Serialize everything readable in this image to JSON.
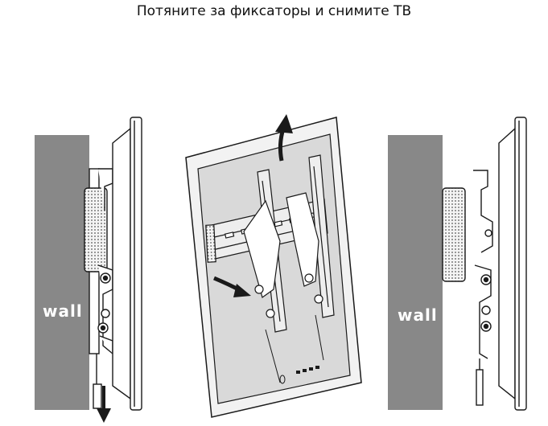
{
  "title": "Потяните за фиксаторы и снимите ТВ",
  "labels": {
    "wall_left": "wall",
    "wall_right": "wall"
  },
  "colors": {
    "wall": "#888888",
    "line": "#1a1a1a",
    "screen": "#d9d9d9",
    "frame": "#f2f2f2"
  },
  "icons": [
    "arrow-up-icon",
    "arrow-down-icon",
    "curved-arrow-icon"
  ]
}
